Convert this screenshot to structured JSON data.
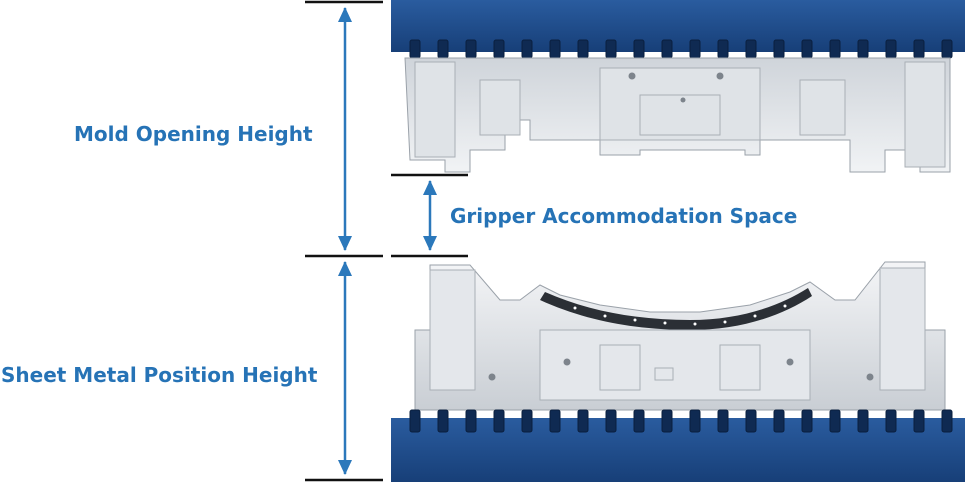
{
  "labels": {
    "mold_opening_height": "Mold Opening Height",
    "gripper_space": "Gripper Accommodation Space",
    "sheet_metal_height": "Sheet Metal Position Height"
  },
  "colors": {
    "label_blue": "#2673b6",
    "arrow_blue": "#2b78bb",
    "press_plate_blue": "#1e4c8c",
    "die_metal_light": "#e9ecef",
    "die_metal_shadow": "#b8bec5",
    "reference_line": "#111111"
  }
}
